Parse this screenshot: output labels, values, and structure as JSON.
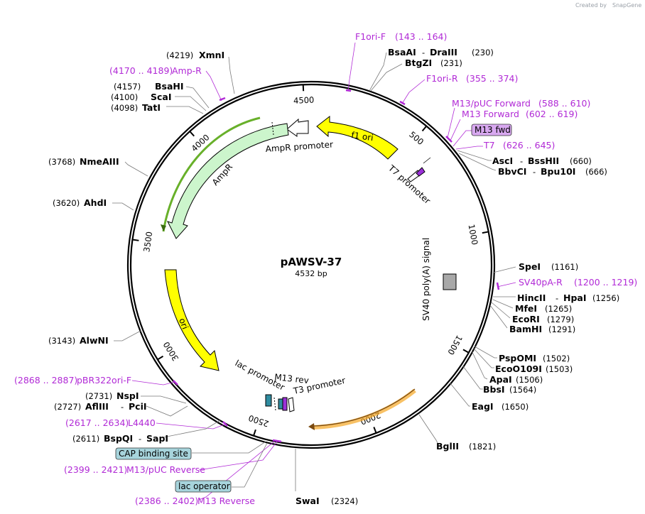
{
  "brand": {
    "created_by": "Created by",
    "app": "SnapGene"
  },
  "plasmid": {
    "name": "pAWSV-37",
    "length_label": "4532 bp"
  },
  "ticks": [
    "500",
    "1000",
    "1500",
    "2000",
    "2500",
    "3000",
    "3500",
    "4000",
    "4500"
  ],
  "features": {
    "f1_ori": "f1 ori",
    "ampr_promoter": "AmpR promoter",
    "ampr": "AmpR",
    "ori": "ori",
    "t7_promoter": "T7 promoter",
    "sv40": "SV40 poly(A) signal",
    "lac_promoter": "lac promoter",
    "m13_rev": "M13 rev",
    "t3_promoter": "T3 promoter"
  },
  "annotations": {
    "f1ori_f": {
      "name": "F1ori-F",
      "range": "(143 .. 164)"
    },
    "bsaai": {
      "name": "BsaAI",
      "name2": "DraIII",
      "pos": "(230)"
    },
    "btgzi": {
      "name": "BtgZI",
      "pos": "(231)"
    },
    "f1ori_r": {
      "name": "F1ori-R",
      "range": "(355 .. 374)"
    },
    "m13puc_fwd": {
      "name": "M13/pUC Forward",
      "range": "(588 .. 610)"
    },
    "m13_fwd": {
      "name": "M13 Forward",
      "range": "(602 .. 619)"
    },
    "m13_fwd_box": "M13 fwd",
    "t7": {
      "name": "T7",
      "range": "(626 .. 645)"
    },
    "asci": {
      "name": "AscI",
      "name2": "BssHII",
      "pos": "(660)"
    },
    "bbvci": {
      "name": "BbvCI",
      "name2": "Bpu10I",
      "pos": "(666)"
    },
    "spei": {
      "name": "SpeI",
      "pos": "(1161)"
    },
    "sv40pa_r": {
      "name": "SV40pA-R",
      "range": "(1200 .. 1219)"
    },
    "hincii": {
      "name": "HincII",
      "name2": "HpaI",
      "pos": "(1256)"
    },
    "mfei": {
      "name": "MfeI",
      "pos": "(1265)"
    },
    "ecori": {
      "name": "EcoRI",
      "pos": "(1279)"
    },
    "bamhi": {
      "name": "BamHI",
      "pos": "(1291)"
    },
    "pspomi": {
      "name": "PspOMI",
      "pos": "(1502)"
    },
    "ecoo109i": {
      "name": "EcoO109I",
      "pos": "(1503)"
    },
    "apai": {
      "name": "ApaI",
      "pos": "(1506)"
    },
    "bbsi": {
      "name": "BbsI",
      "pos": "(1564)"
    },
    "eagi": {
      "name": "EagI",
      "pos": "(1650)"
    },
    "bglii": {
      "name": "BglII",
      "pos": "(1821)"
    },
    "swai": {
      "name": "SwaI",
      "pos": "(2324)"
    },
    "m13_reverse": {
      "name": "M13 Reverse",
      "range": "(2386 .. 2402)"
    },
    "lac_operator": "lac operator",
    "m13puc_reverse": {
      "name": "M13/pUC Reverse",
      "range": "(2399 .. 2421)"
    },
    "cap_site": "CAP binding site",
    "bspqi": {
      "name": "BspQI",
      "name2": "SapI",
      "pos": "(2611)"
    },
    "l4440": {
      "name": "L4440",
      "range": "(2617 .. 2634)"
    },
    "afliii": {
      "name": "AflIII",
      "name2": "PciI",
      "pos": "(2727)"
    },
    "nspi": {
      "name": "NspI",
      "pos": "(2731)"
    },
    "pbr322": {
      "name": "pBR322ori-F",
      "range": "(2868 .. 2887)"
    },
    "alwni": {
      "name": "AlwNI",
      "pos": "(3143)"
    },
    "ahdi": {
      "name": "AhdI",
      "pos": "(3620)"
    },
    "nmeaiii": {
      "name": "NmeAIII",
      "pos": "(3768)"
    },
    "tati": {
      "name": "TatI",
      "pos": "(4098)"
    },
    "scai": {
      "name": "ScaI",
      "pos": "(4100)"
    },
    "bsahi": {
      "name": "BsaHI",
      "pos": "(4157)"
    },
    "amp_r": {
      "name": "Amp-R",
      "range": "(4170 .. 4189)"
    },
    "xmni": {
      "name": "XmnI",
      "pos": "(4219)"
    }
  },
  "colors": {
    "backbone": "#000000",
    "primer": "#b12ad6",
    "feature_yellow": "#ffff00",
    "feature_green": "#ccf5cc",
    "feature_orange": "#f5a623",
    "box_blue": "#a7d4dc",
    "box_purple": "#d8a8f0",
    "sv40_gray": "#a8a8a8"
  }
}
